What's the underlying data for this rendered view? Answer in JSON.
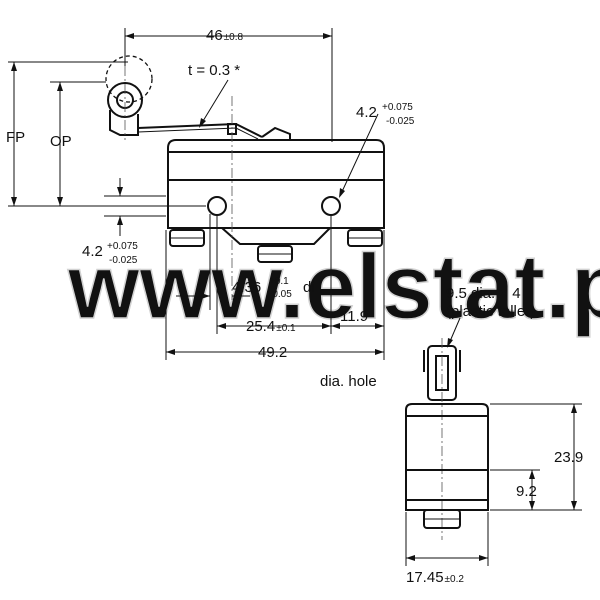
{
  "watermark": "www.elstat.pl",
  "dimensions": {
    "top_width": {
      "value": "46",
      "tol": "±0.8"
    },
    "thickness": "t = 0.3 *",
    "fp": "FP",
    "op": "OP",
    "hole_right": {
      "value": "4.2",
      "tol_upper": "+0.075",
      "tol_lower": "-0.025"
    },
    "hole_left": {
      "value": "4.2",
      "tol_upper": "+0.075",
      "tol_lower": "-0.025"
    },
    "hole_offset": {
      "value": "4.36",
      "tol_upper": "+0.1",
      "tol_lower": "-0.05",
      "suffix": "di"
    },
    "hole_pitch": {
      "value": "25.4",
      "tol": "±0.1"
    },
    "end_offset": "11.9",
    "overall_width": "49.2",
    "dia_hole": "dia. hole",
    "roller": {
      "line1": "9.5 dia. × 4",
      "line2": "(plastic toller)"
    },
    "side_height": "23.9",
    "side_hole_height": "9.2",
    "side_width": {
      "value": "17.45",
      "tol": "±0.2"
    }
  }
}
